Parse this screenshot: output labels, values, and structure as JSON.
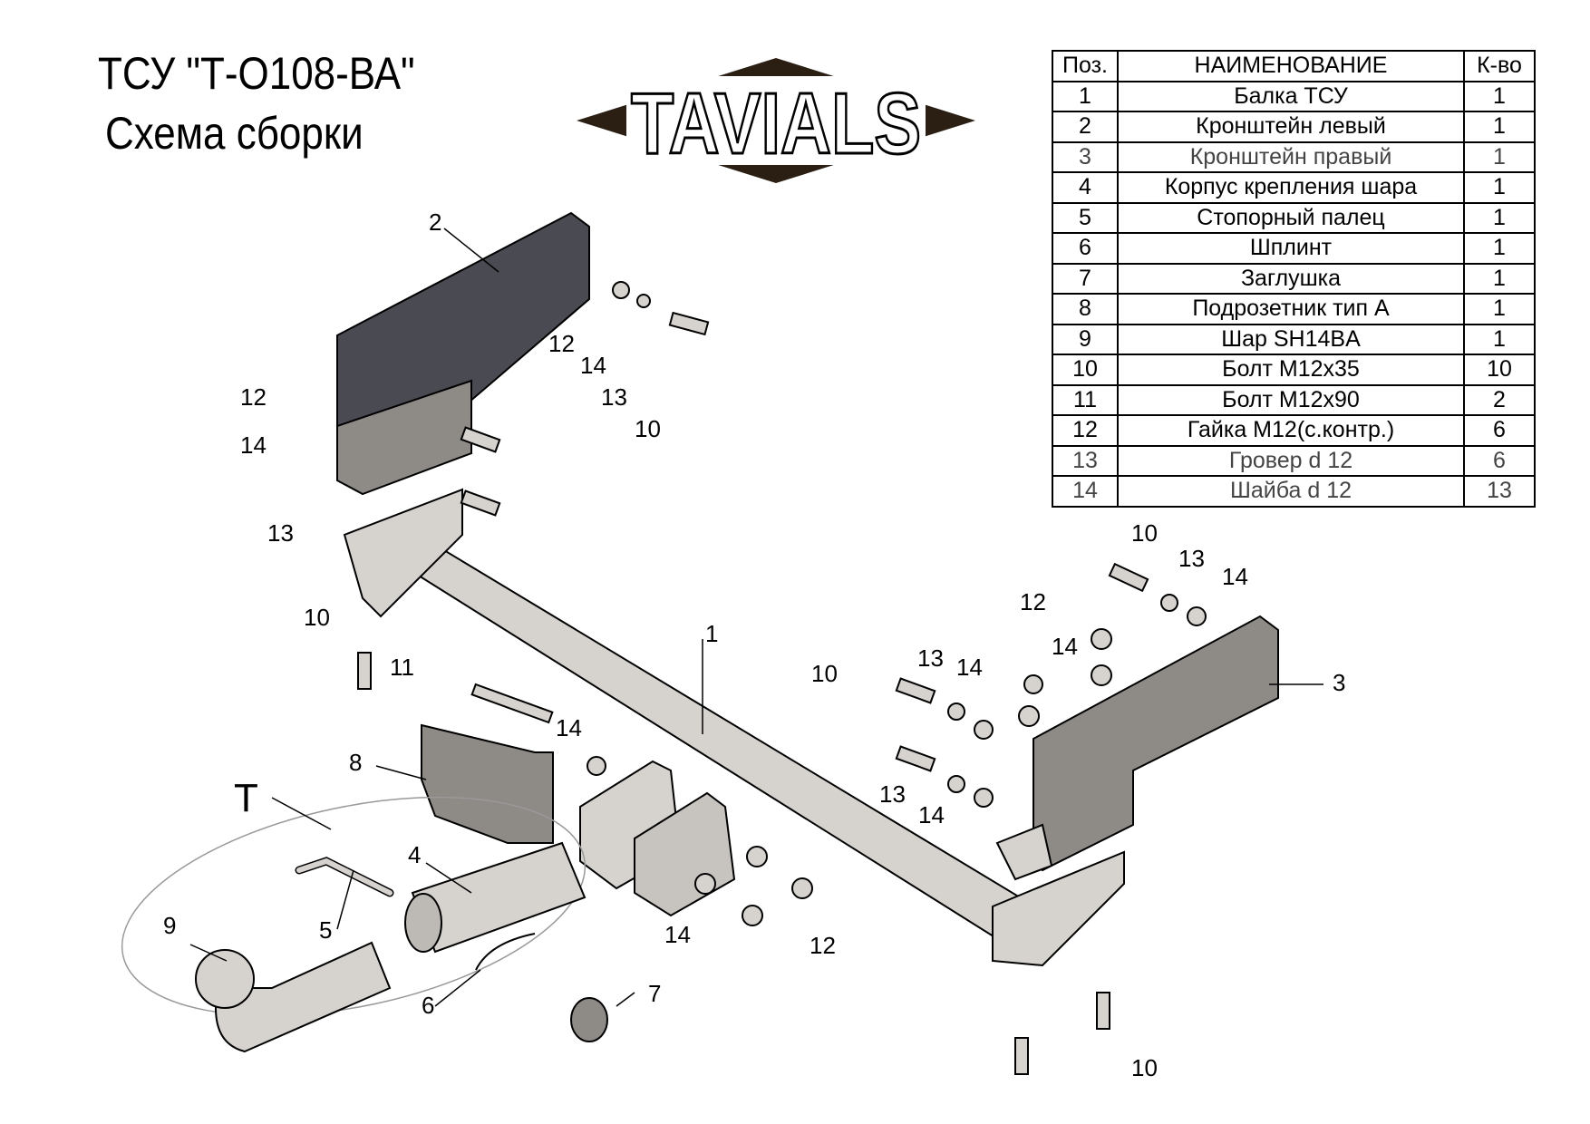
{
  "header": {
    "title": "ТСУ  \"Т-О108-ВА\"",
    "subtitle": "Схема сборки",
    "logo_text": "TAVIALS"
  },
  "parts_table": {
    "columns": [
      "Поз.",
      "НАИМЕНОВАНИЕ",
      "К-во"
    ],
    "rows": [
      {
        "pos": "1",
        "name": "Балка ТСУ",
        "qty": "1"
      },
      {
        "pos": "2",
        "name": "Кронштейн левый",
        "qty": "1"
      },
      {
        "pos": "3",
        "name": "Кронштейн правый",
        "qty": "1"
      },
      {
        "pos": "4",
        "name": "Корпус крепления шара",
        "qty": "1"
      },
      {
        "pos": "5",
        "name": "Стопорный палец",
        "qty": "1"
      },
      {
        "pos": "6",
        "name": "Шплинт",
        "qty": "1"
      },
      {
        "pos": "7",
        "name": "Заглушка",
        "qty": "1"
      },
      {
        "pos": "8",
        "name": "Подрозетник тип А",
        "qty": "1"
      },
      {
        "pos": "9",
        "name": "Шар SH14BA",
        "qty": "1"
      },
      {
        "pos": "10",
        "name": "Болт М12х35",
        "qty": "10"
      },
      {
        "pos": "11",
        "name": "Болт М12х90",
        "qty": "2"
      },
      {
        "pos": "12",
        "name": "Гайка М12(с.контр.)",
        "qty": "6"
      },
      {
        "pos": "13",
        "name": "Гровер d 12",
        "qty": "6"
      },
      {
        "pos": "14",
        "name": "Шайба d 12",
        "qty": "13"
      }
    ]
  },
  "callouts": {
    "c1": "1",
    "c2": "2",
    "c3": "3",
    "c4": "4",
    "c5": "5",
    "c6": "6",
    "c7": "7",
    "c8": "8",
    "c9": "9",
    "c10": "10",
    "c11": "11",
    "c12": "12",
    "c13": "13",
    "c14": "14",
    "cT": "T"
  },
  "colors": {
    "part_fill": "#d6d3cf",
    "part_dark": "#8e8b87",
    "bracket_dark": "#4a4a52",
    "line": "#000000"
  }
}
